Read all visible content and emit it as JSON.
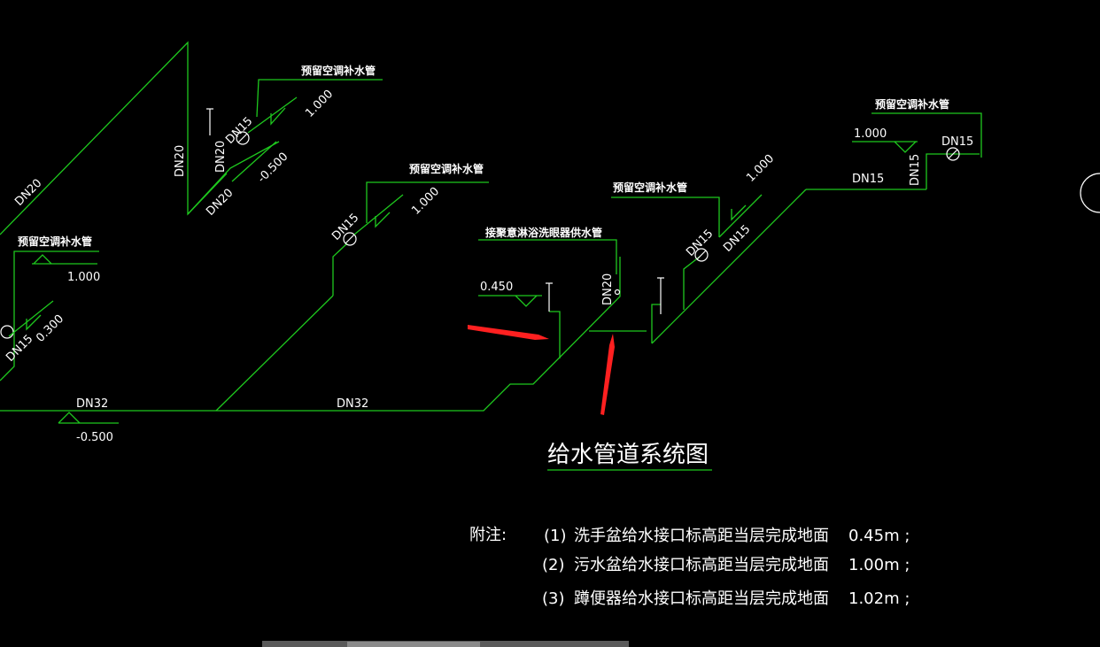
{
  "drawing": {
    "title": "给水管道系统图",
    "labels": {
      "dn20": "DN20",
      "dn15": "DN15",
      "dn32": "DN32",
      "ac_makeup": "预留空调补水管",
      "shower_supply": "接聚意淋浴洗眼器供水管",
      "elev_1000": "1.000",
      "elev_0300": "0.300",
      "elev_m0500": "-0.500",
      "elev_0450": "0.450"
    },
    "notes": {
      "prefix": "附注:",
      "items": [
        {
          "num": "(1)",
          "text": "洗手盆给水接口标高距当层完成地面",
          "value": "0.45m ;"
        },
        {
          "num": "(2)",
          "text": "污水盆给水接口标高距当层完成地面",
          "value": "1.00m ;"
        },
        {
          "num": "(3)",
          "text": "蹲便器给水接口标高距当层完成地面",
          "value": "1.02m ;"
        }
      ]
    }
  },
  "colors": {
    "background": "#000000",
    "pipe": "#1ec81e",
    "text": "#ffffff",
    "annotation_arrow": "#ff2020"
  }
}
